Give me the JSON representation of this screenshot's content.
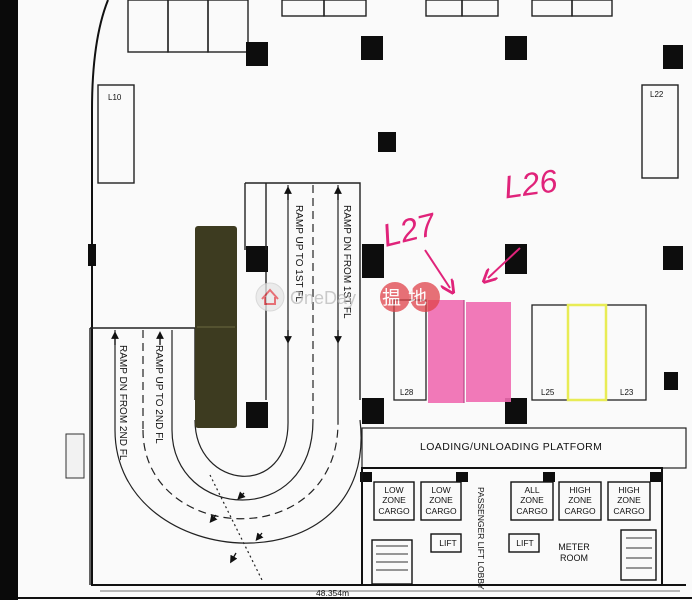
{
  "colors": {
    "background_strip": "#0a0a0a",
    "floor": "#fafafa",
    "line": "#222222",
    "column": "#0d0d0d",
    "highlight_pink": "#f06ab0",
    "highlight_yellow": "#e8ec55",
    "dark_block": "#3d3b20",
    "annotation": "#e0237a",
    "watermark": "#e0434a"
  },
  "bays": {
    "l10": "L10",
    "l22": "L22",
    "l28": "L28",
    "l25": "L25",
    "l23": "L23"
  },
  "annotations": {
    "l27": "L27",
    "l26": "L26"
  },
  "ramps": {
    "up_1st": "RAMP UP TO 1ST FL",
    "dn_1st": "RAMP DN FROM 1ST FL",
    "dn_2nd": "RAMP DN FROM 2ND FL",
    "up_2nd": "RAMP UP TO 2ND FL"
  },
  "platform": "LOADING/UNLOADING PLATFORM",
  "lifts": {
    "low1": [
      "LOW",
      "ZONE",
      "CARGO"
    ],
    "low2": [
      "LOW",
      "ZONE",
      "CARGO"
    ],
    "all": [
      "ALL",
      "ZONE",
      "CARGO"
    ],
    "high1": [
      "HIGH",
      "ZONE",
      "CARGO"
    ],
    "high2": [
      "HIGH",
      "ZONE",
      "CARGO"
    ],
    "passenger": "PASSENGER LIFT LOBBY",
    "lift1": "LIFT",
    "lift2": "LIFT",
    "meter": [
      "METER",
      "ROOM"
    ]
  },
  "dimension": "48.354m",
  "watermark": {
    "brand_en": "OneDay",
    "brand_zh": "揾地"
  }
}
